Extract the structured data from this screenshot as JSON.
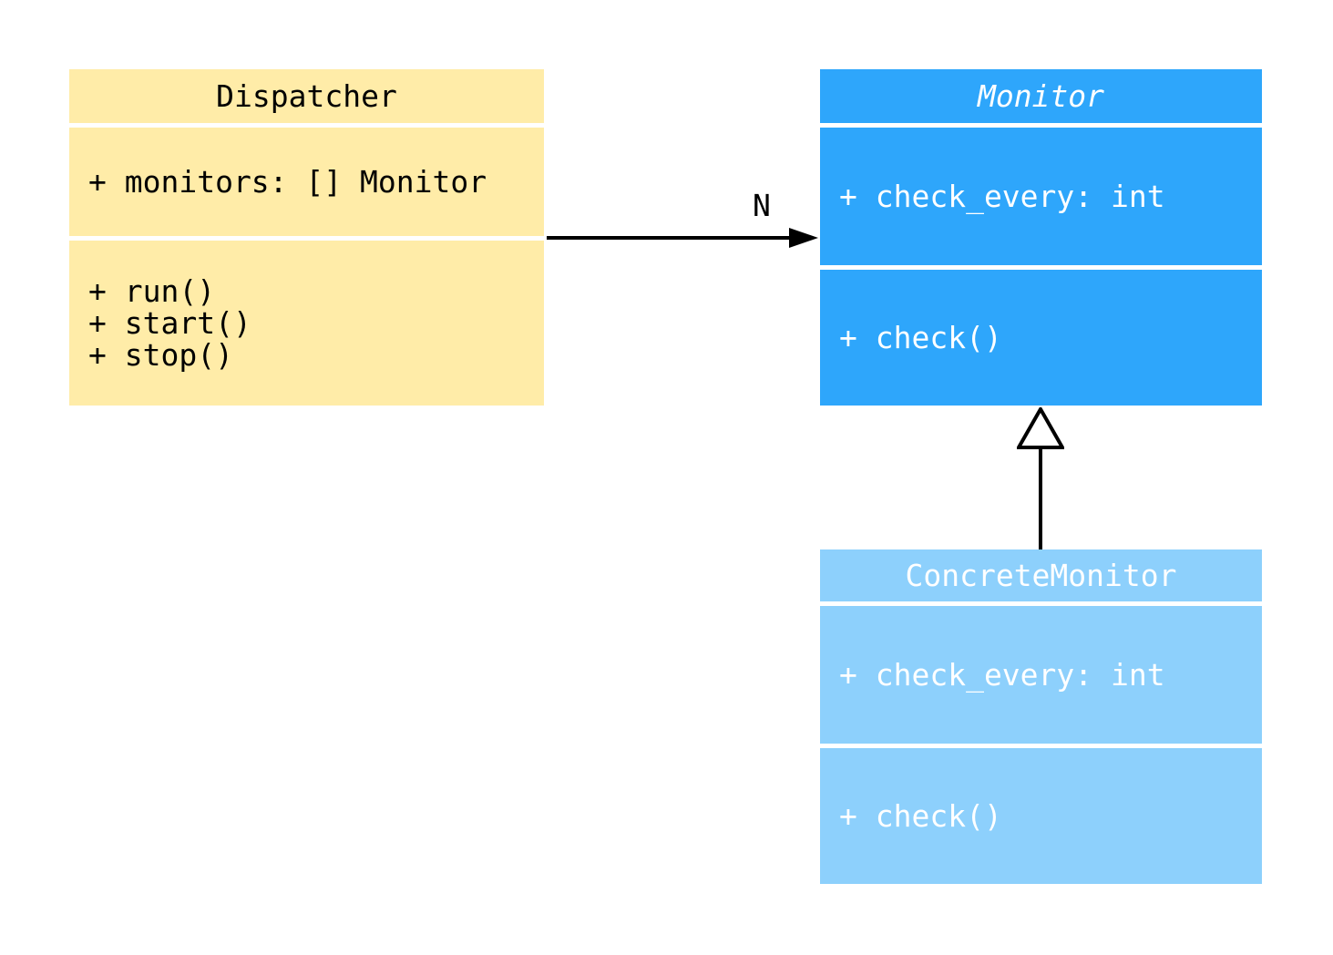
{
  "diagram": {
    "type": "uml-class-diagram",
    "background_color": "#FFFFFF",
    "line_color": "#000000",
    "classes": [
      {
        "name": "Dispatcher",
        "abstract": false,
        "attributes": [
          "+ monitors: [] Monitor"
        ],
        "methods": [
          "+ run()",
          "+ start()",
          "+ stop()"
        ],
        "fill_color": "#FFECA8",
        "text_color": "#000000"
      },
      {
        "name": "Monitor",
        "abstract": true,
        "attributes": [
          "+ check_every: int"
        ],
        "methods": [
          "+ check()"
        ],
        "fill_color": "#2EA6FB",
        "text_color": "#FFFFFF"
      },
      {
        "name": "ConcreteMonitor",
        "abstract": false,
        "attributes": [
          "+ check_every: int"
        ],
        "methods": [
          "+ check()"
        ],
        "fill_color": "#8DD0FC",
        "text_color": "#FFFFFF"
      }
    ],
    "relationships": [
      {
        "type": "association",
        "from": "Dispatcher",
        "to": "Monitor",
        "label": "N",
        "arrow": "filled-arrowhead"
      },
      {
        "type": "inheritance",
        "from": "ConcreteMonitor",
        "to": "Monitor",
        "label": "",
        "arrow": "hollow-triangle"
      }
    ]
  }
}
